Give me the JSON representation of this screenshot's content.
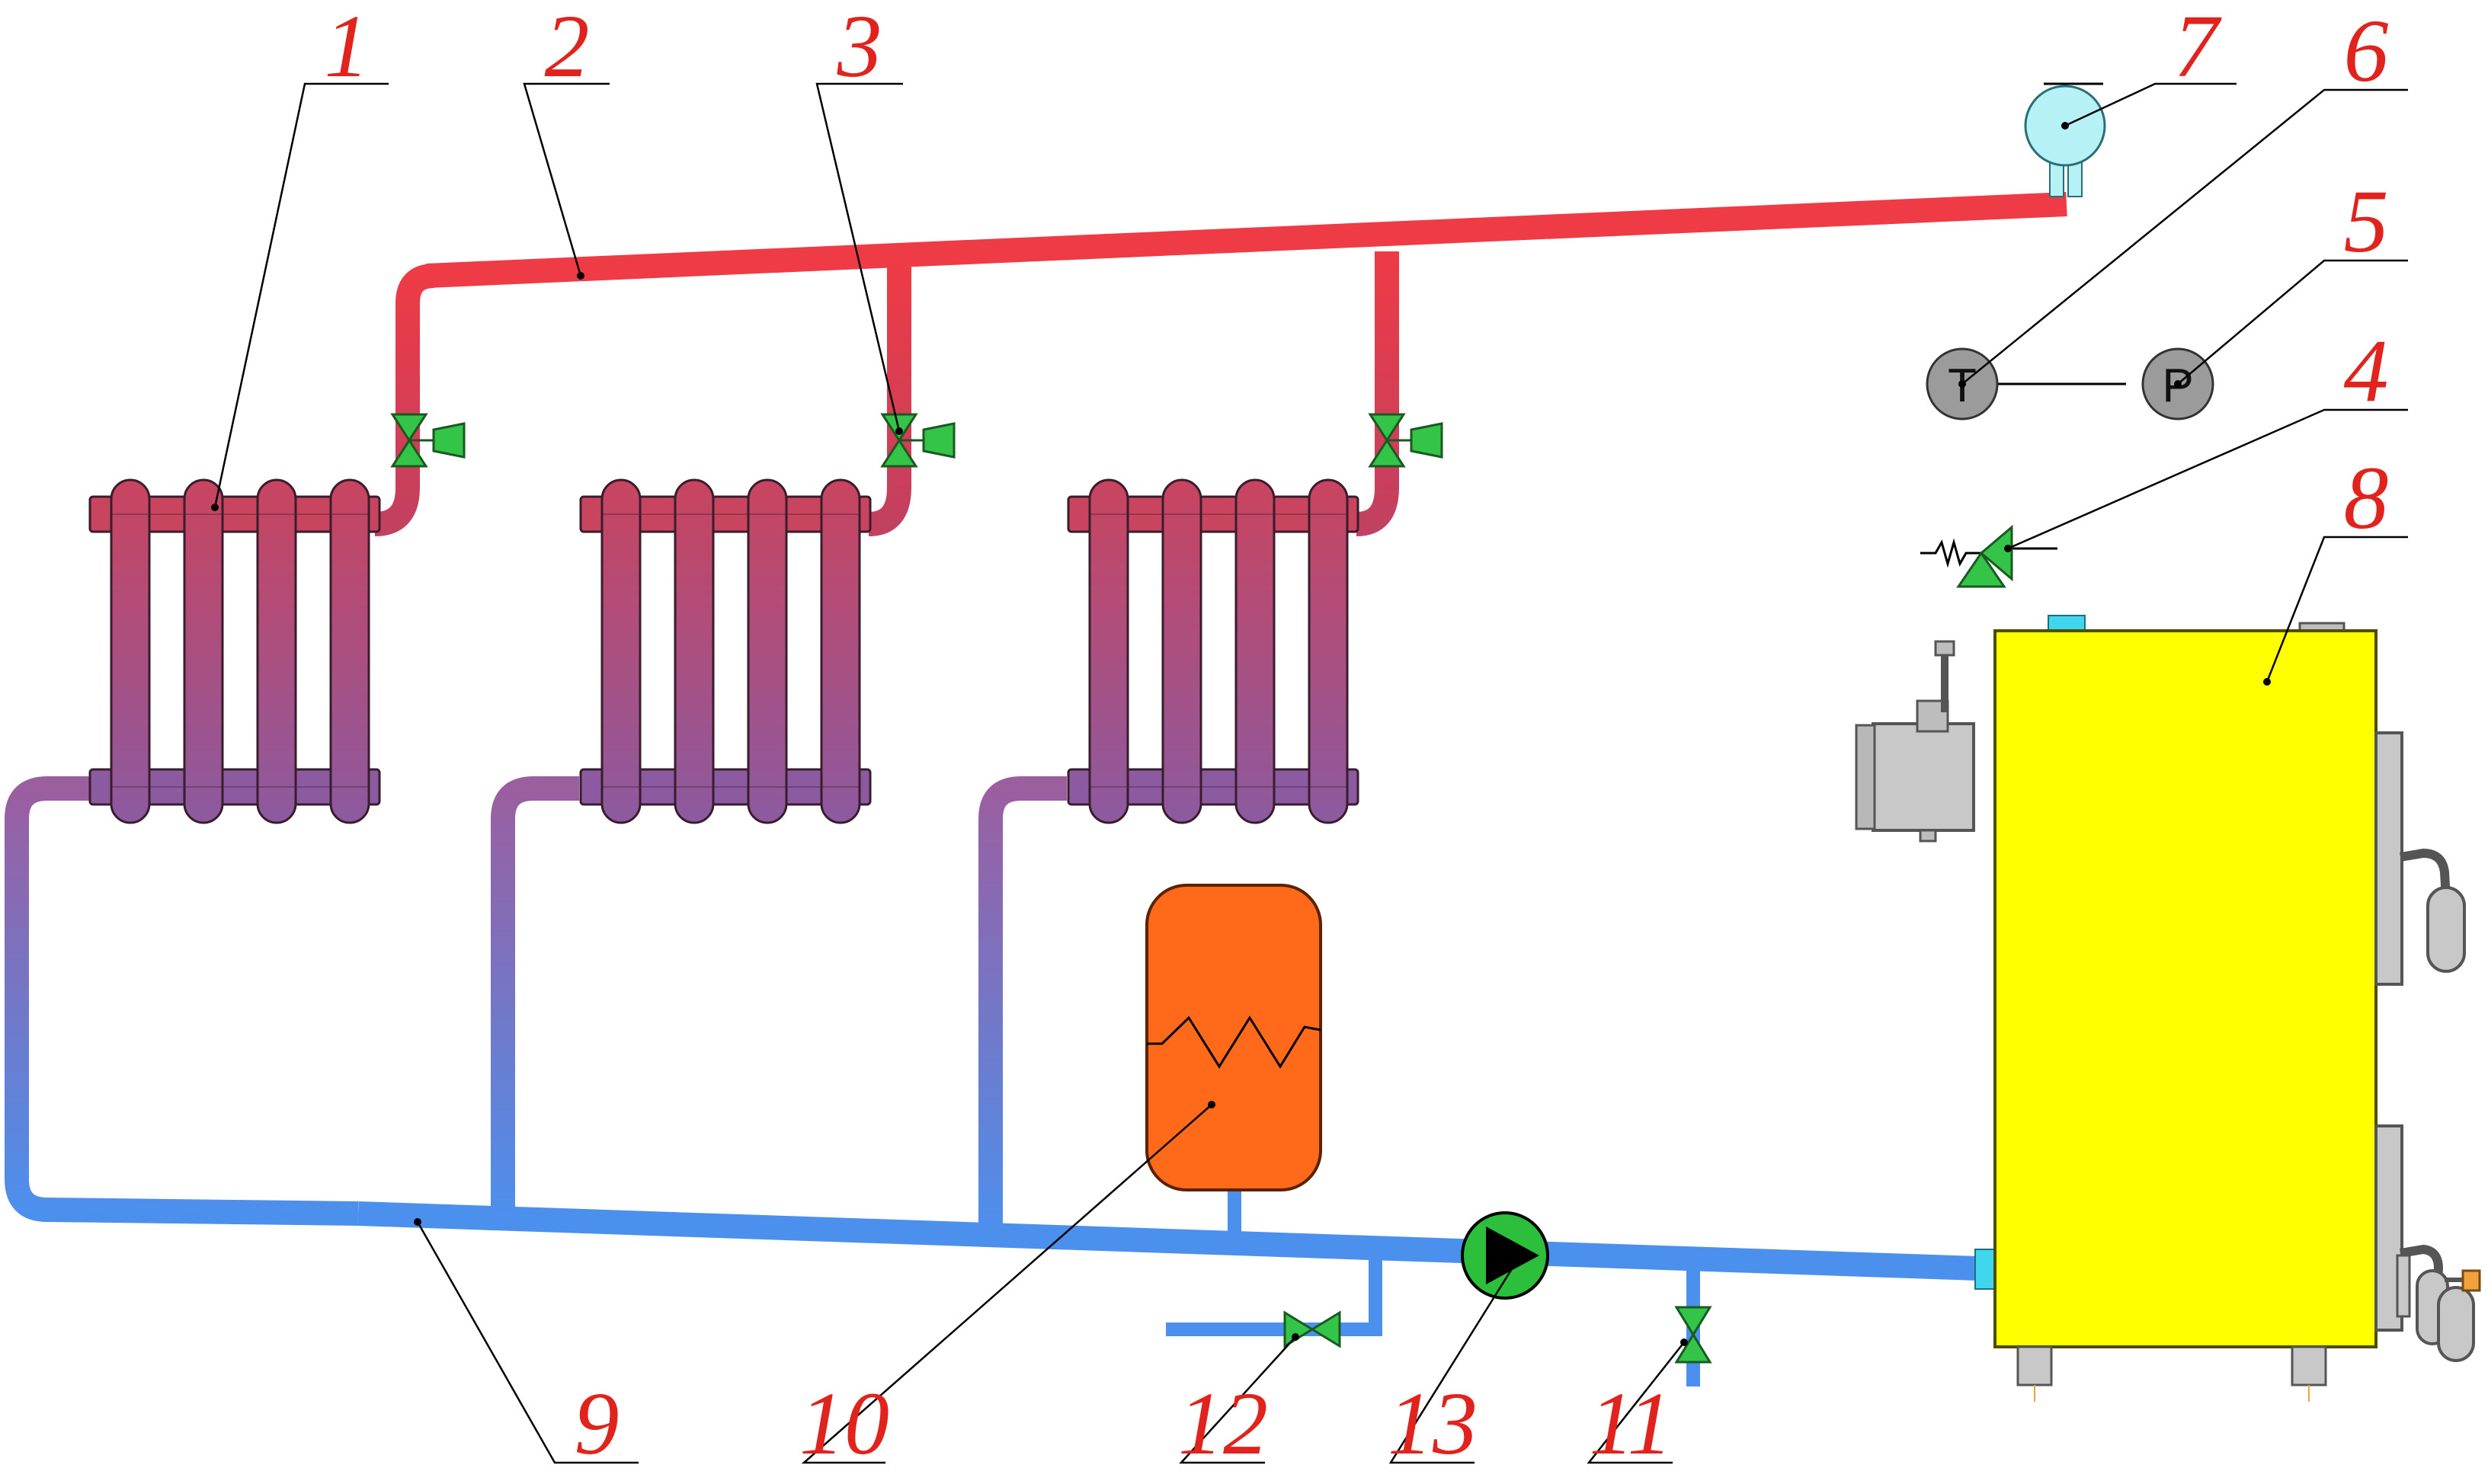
{
  "colors": {
    "supply": "#ee3b45",
    "return": "#4c90ee",
    "radiator_top": "#c9445f",
    "radiator_bottom": "#8c5aa0",
    "valve": "#33c448",
    "boiler": "#ffff00",
    "tank": "#ff6a1a",
    "gauge_grey": "#9b9b9b",
    "manometer": "#b6f1f6",
    "label": "#e0231c",
    "leader": "#000000"
  },
  "callouts": {
    "c1": "1",
    "c2": "2",
    "c3": "3",
    "c4": "4",
    "c5": "5",
    "c6": "6",
    "c7": "7",
    "c8": "8",
    "c9": "9",
    "c10": "10",
    "c11": "11",
    "c12": "12",
    "c13": "13"
  },
  "gauges": {
    "temperature_letter": "T",
    "pressure_letter": "P"
  }
}
